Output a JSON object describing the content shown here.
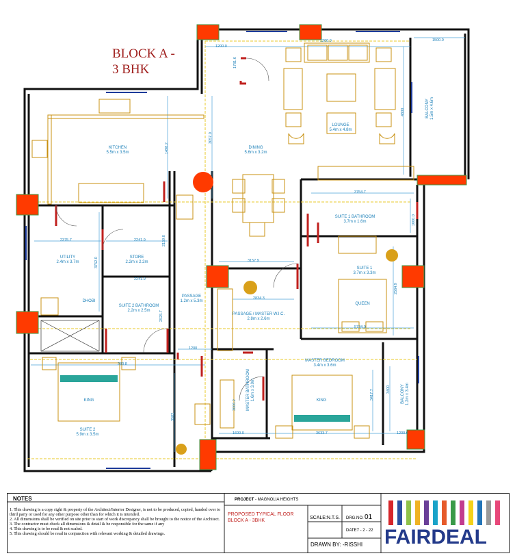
{
  "block_title": {
    "line1": "BLOCK A -",
    "line2": "3 BHK"
  },
  "rooms": {
    "lounge": {
      "name": "LOUNGE",
      "size": "5.4m x 4.8m"
    },
    "kitchen": {
      "name": "KITCHEN",
      "size": "5.5m x 3.5m"
    },
    "dining": {
      "name": "DINING",
      "size": "5.6m x 3.2m"
    },
    "suite1_bath": {
      "name": "SUITE 1 BATHROOM",
      "size": "3.7m x 1.6m"
    },
    "utility": {
      "name": "UTILITY",
      "size": "2.4m x 3.7m"
    },
    "store": {
      "name": "STORE",
      "size": "2.2m x 2.2m"
    },
    "suite1": {
      "name": "SUITE 1",
      "size": "3.7m x 3.3m"
    },
    "queen": "QUEEN",
    "passage": {
      "name": "PASSAGE",
      "size": "1.2m x 5.3m"
    },
    "suite2_bath": {
      "name": "SUITE 2 BATHROOM",
      "size": "2.2m x 2.5m"
    },
    "wic": {
      "name": "PASSAGE / MASTER W.I.C.",
      "size": "2.8m x 2.6m"
    },
    "dhobi": "DHOBI",
    "master_bed": {
      "name": "MASTER BEDROOM",
      "size": "3.4m x 3.6m"
    },
    "king2": "KING",
    "king1": "KING",
    "suite2": {
      "name": "SUITE 2",
      "size": "5.9m x 3.5m"
    },
    "master_bath": {
      "name": "MASTER BATHROOM",
      "size": "1.6m x 3.0m"
    },
    "balcony1": {
      "name": "BALCONY",
      "size": "1.5m x 4.6m"
    },
    "balcony2": {
      "name": "BALCONY",
      "size": "1.2m x 3.4m"
    }
  },
  "dims": {
    "d1": "1200.0",
    "d2": "1200.0",
    "d3": "1500.0",
    "d4": "4800",
    "d5": "1781.6",
    "d6": "3057.0",
    "d7": "1498.2",
    "d8": "3754.7",
    "d9": "1600.0",
    "d10": "2375.7",
    "d11": "2241.9",
    "d12": "2159.0",
    "d13": "3752.0",
    "d14": "3157.9",
    "d15": "2241.9",
    "d16": "2834.3",
    "d17": "2564.9",
    "d18": "2525.7",
    "d19": "5734.0",
    "d20": "1200",
    "d21": "3582",
    "d22": "3006.2",
    "d23": "3417.7",
    "d24": "3400",
    "d25": "1600.0",
    "d26": "3633.7",
    "d27": "1200.0",
    "d28": "280.8"
  },
  "footer": {
    "notes_title": "NOTES",
    "notes": [
      "1.  This drawing is a copy right & property of the Architect/Interior Designer, is not to be produced, copied, handed over to third party or used for any other purpose other than for which it is intended.",
      "2.  All dimensions shall be verified on site prior to start of work discrepancy shall be brought to the notice of the Architect.",
      "3.  The contractor must check all dimensions & detail & be responsible for the same if any",
      "4.  This drawing is to be read & not scaled.",
      "5.  This drawing should be read in conjunction with relevant working & detailed drawings."
    ],
    "project_label": "PROJECT",
    "project_name": " - MAGNOLIA HEIGHTS",
    "drawing_title_1": "PROPOSED TYPICAL FLOOR",
    "drawing_title_2": "BLOCK A - 3BHK",
    "scale": "SCALE:N.T.S.",
    "drg_label": "DRG.NO.",
    "drg_no": "01",
    "date_label": "DATE",
    "date": "7 - 2 - 22",
    "drawn_by": "DRAWN BY: -RISSHI",
    "logo_text": "FAIRDEAL",
    "logo_colors": [
      "#d6262b",
      "#2a4fa0",
      "#8fc24a",
      "#f0b323",
      "#6a3f98",
      "#1aa3c8",
      "#e65a2a",
      "#3a9a48",
      "#c23c8e",
      "#f4d21a",
      "#2475b8",
      "#9a9a9a",
      "#e8487a"
    ]
  },
  "colors": {
    "wall": "#111111",
    "furniture": "#c89010",
    "column": "#ff3300",
    "dim": "#1a7fb8",
    "door": "#c0201e",
    "title": "#a0201e"
  }
}
